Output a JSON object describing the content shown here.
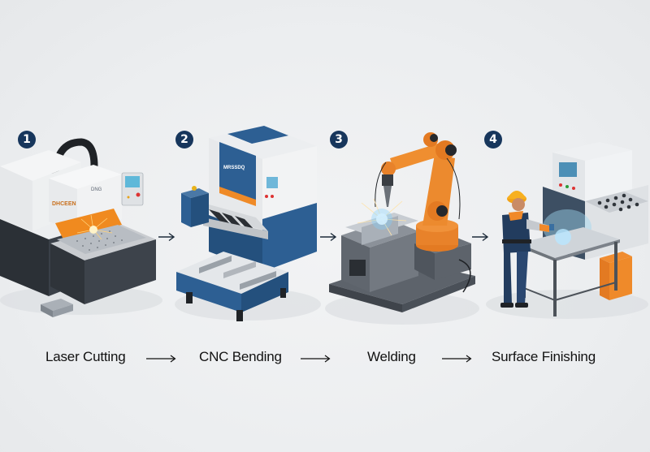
{
  "diagram": {
    "title": "",
    "steps": [
      {
        "number": "1",
        "label": "Laser Cutting",
        "machine_text": "DHCEEN",
        "machine_badge": "DNG"
      },
      {
        "number": "2",
        "label": "CNC Bending",
        "machine_text": "MRSSDQ"
      },
      {
        "number": "3",
        "label": "Welding"
      },
      {
        "number": "4",
        "label": "Surface Finishing"
      }
    ],
    "colors": {
      "badge": "#17365c",
      "machine_blue": "#2d5f93",
      "robot_orange": "#e8822a",
      "background": "#eceef0",
      "arrow": "#1d2b3a"
    }
  }
}
